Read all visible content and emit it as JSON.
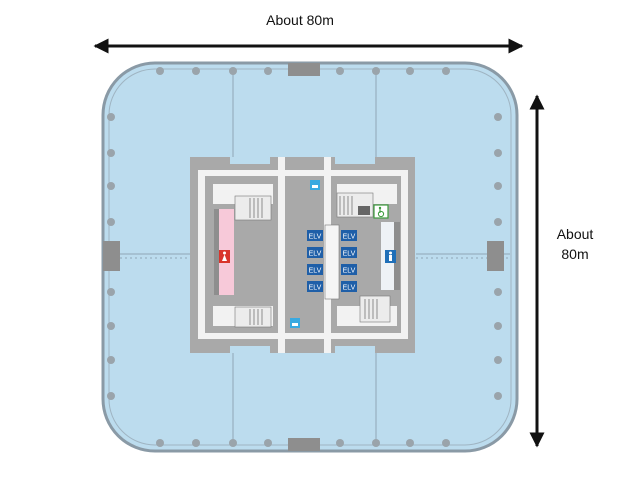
{
  "dimensions": {
    "width_label": "About 80m",
    "height_label_line1": "About",
    "height_label_line2": "80m"
  },
  "elevators": {
    "label": "ELV",
    "count": 8
  },
  "icons": {
    "mens_restroom": "male-restroom-icon",
    "womens_restroom": "female-restroom-icon",
    "accessible_restroom": "wheelchair-icon",
    "water_station_top": "water-tap-icon",
    "water_station_bottom": "water-tap-icon"
  },
  "colors": {
    "office_floor": "#bcdcee",
    "office_outline": "#8a9aa6",
    "core": "#a9a9a9",
    "corridor": "#f2f2f2",
    "womens_area": "#f7c9d9",
    "elevator": "#1f5fa8",
    "womens_sign": "#d9342b",
    "mens_sign": "#1f6fb8",
    "accessible_sign": "#3c9b3c",
    "water_sign": "#39a9e0"
  }
}
